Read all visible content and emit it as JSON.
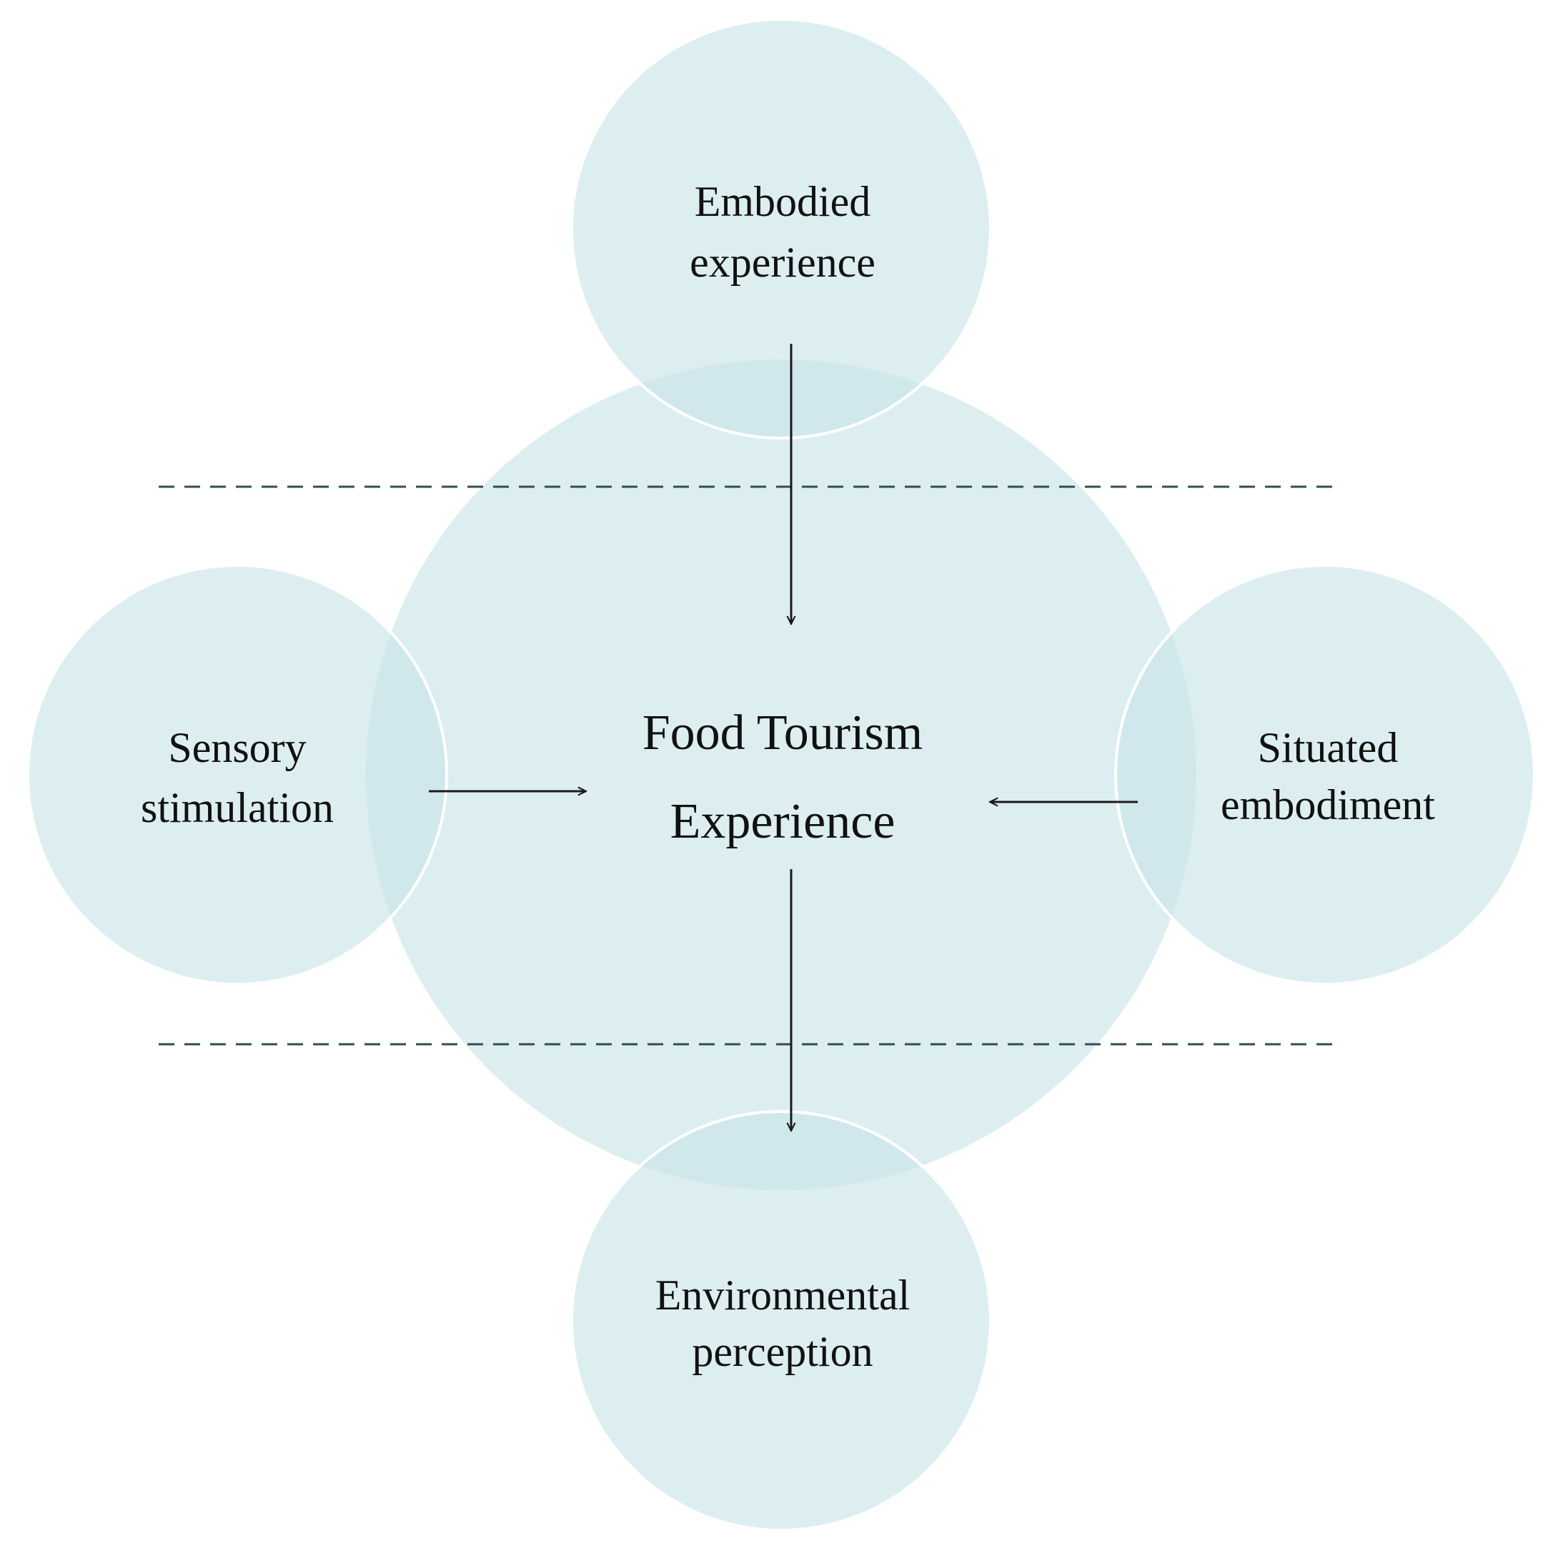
{
  "colors": {
    "circle_fill": "#c8e3e8",
    "circle_stroke": "#ffffff",
    "arrow": "#1a1a1a",
    "dashed_line": "#2f4f4f",
    "text": "#111111"
  },
  "center": {
    "line1": "Food Tourism",
    "line2": "Experience"
  },
  "top": {
    "line1": "Embodied",
    "line2": "experience"
  },
  "left": {
    "line1": "Sensory",
    "line2": "stimulation"
  },
  "right": {
    "line1": "Situated",
    "line2": "embodiment"
  },
  "bottom": {
    "line1": "Environmental",
    "line2": "perception"
  }
}
